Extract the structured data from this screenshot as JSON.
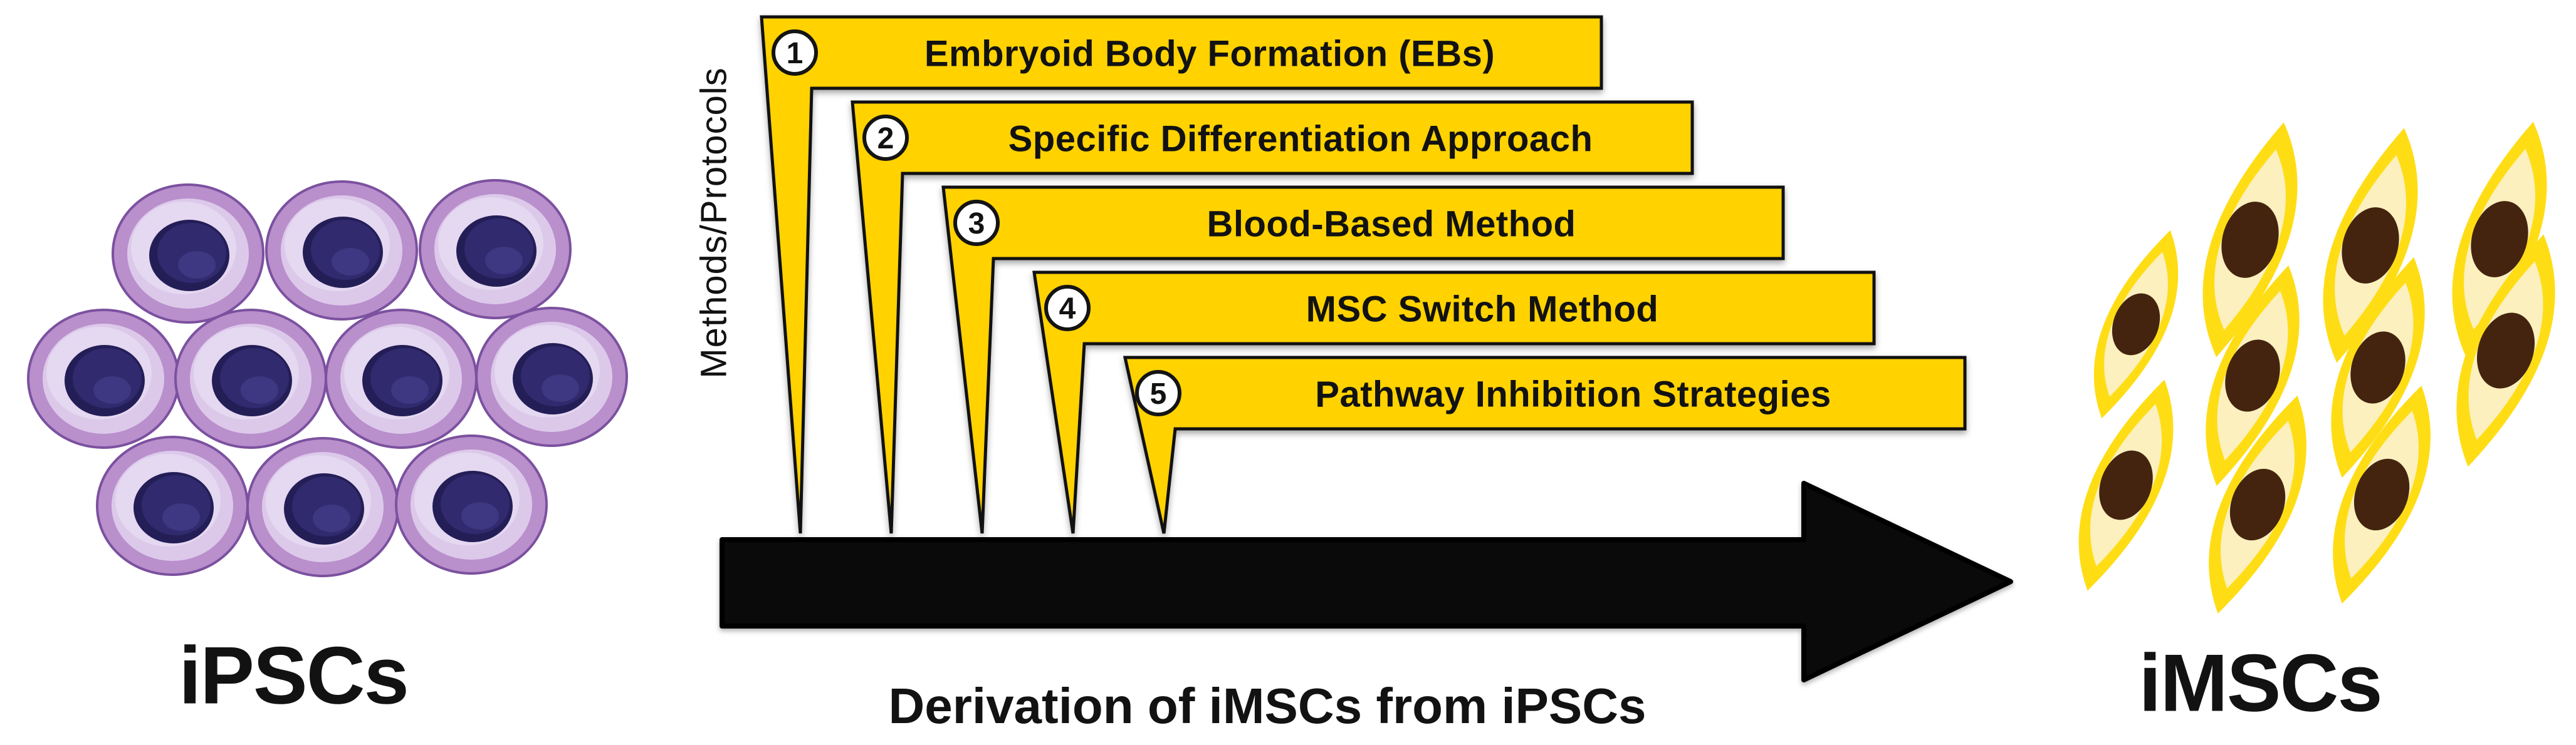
{
  "diagram": {
    "caption": "Derivation of iMSCs from iPSCs",
    "y_axis_label": "Methods/Protocols",
    "source_label": "iPSCs",
    "target_label": "iMSCs",
    "methods": [
      {
        "number": "1",
        "label": "Embryoid Body Formation (EBs)"
      },
      {
        "number": "2",
        "label": "Specific Differentiation Approach"
      },
      {
        "number": "3",
        "label": "Blood-Based Method"
      },
      {
        "number": "4",
        "label": "MSC Switch Method"
      },
      {
        "number": "5",
        "label": "Pathway Inhibition Strategies"
      }
    ],
    "colors": {
      "banner_yellow": "#FFD200",
      "arrow_black": "#0A0A0A",
      "ipsc_rim_purple": "#B98FCC",
      "ipsc_cytoplasm": "#DCC9EA",
      "ipsc_nucleus": "#2B2566",
      "imsc_border_yellow": "#FFDD15",
      "imsc_cytoplasm": "#FBF0BE",
      "imsc_nucleus": "#44240F"
    }
  }
}
